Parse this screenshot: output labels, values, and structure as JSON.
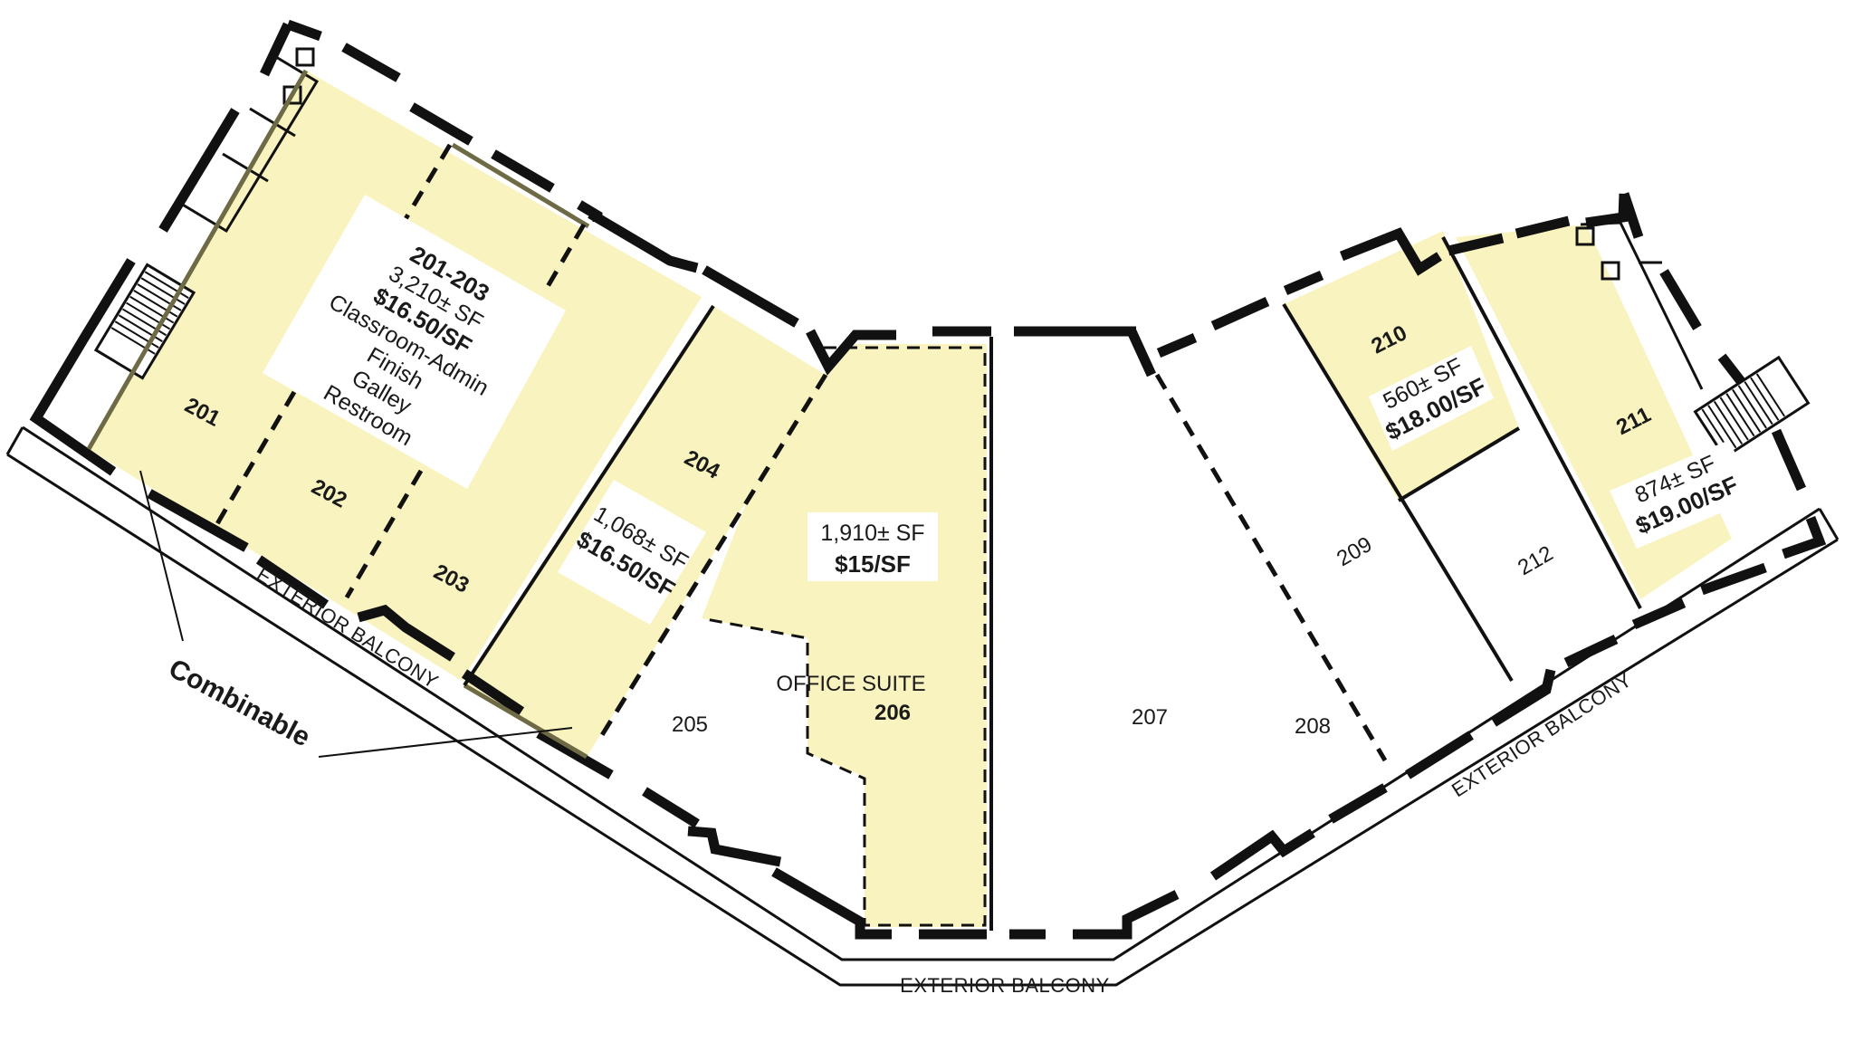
{
  "colors": {
    "available": "#f9f3bf",
    "walls": "#111111",
    "background": "#ffffff",
    "label_box": "#ffffff"
  },
  "units": {
    "201": "201",
    "202": "202",
    "203": "203",
    "204": "204",
    "205": "205",
    "206": "206",
    "207": "207",
    "208": "208",
    "209": "209",
    "210": "210",
    "211": "211",
    "212": "212"
  },
  "suite_201_203": {
    "id": "201-203",
    "size": "3,210± SF",
    "price": "$16.50/SF",
    "notes": [
      "Classroom-Admin",
      "Finish",
      "Galley",
      "Restroom"
    ]
  },
  "suite_204": {
    "size": "1,068± SF",
    "price": "$16.50/SF"
  },
  "suite_206": {
    "size": "1,910± SF",
    "price": "$15/SF",
    "name": "OFFICE SUITE"
  },
  "suite_210": {
    "size": "560± SF",
    "price": "$18.00/SF"
  },
  "suite_211": {
    "size": "874± SF",
    "price": "$19.00/SF"
  },
  "balcony_left": "EXTERIOR BALCONY",
  "balcony_bottom": "EXTERIOR BALCONY",
  "balcony_right": "EXTERIOR BALCONY",
  "combinable": "Combinable"
}
